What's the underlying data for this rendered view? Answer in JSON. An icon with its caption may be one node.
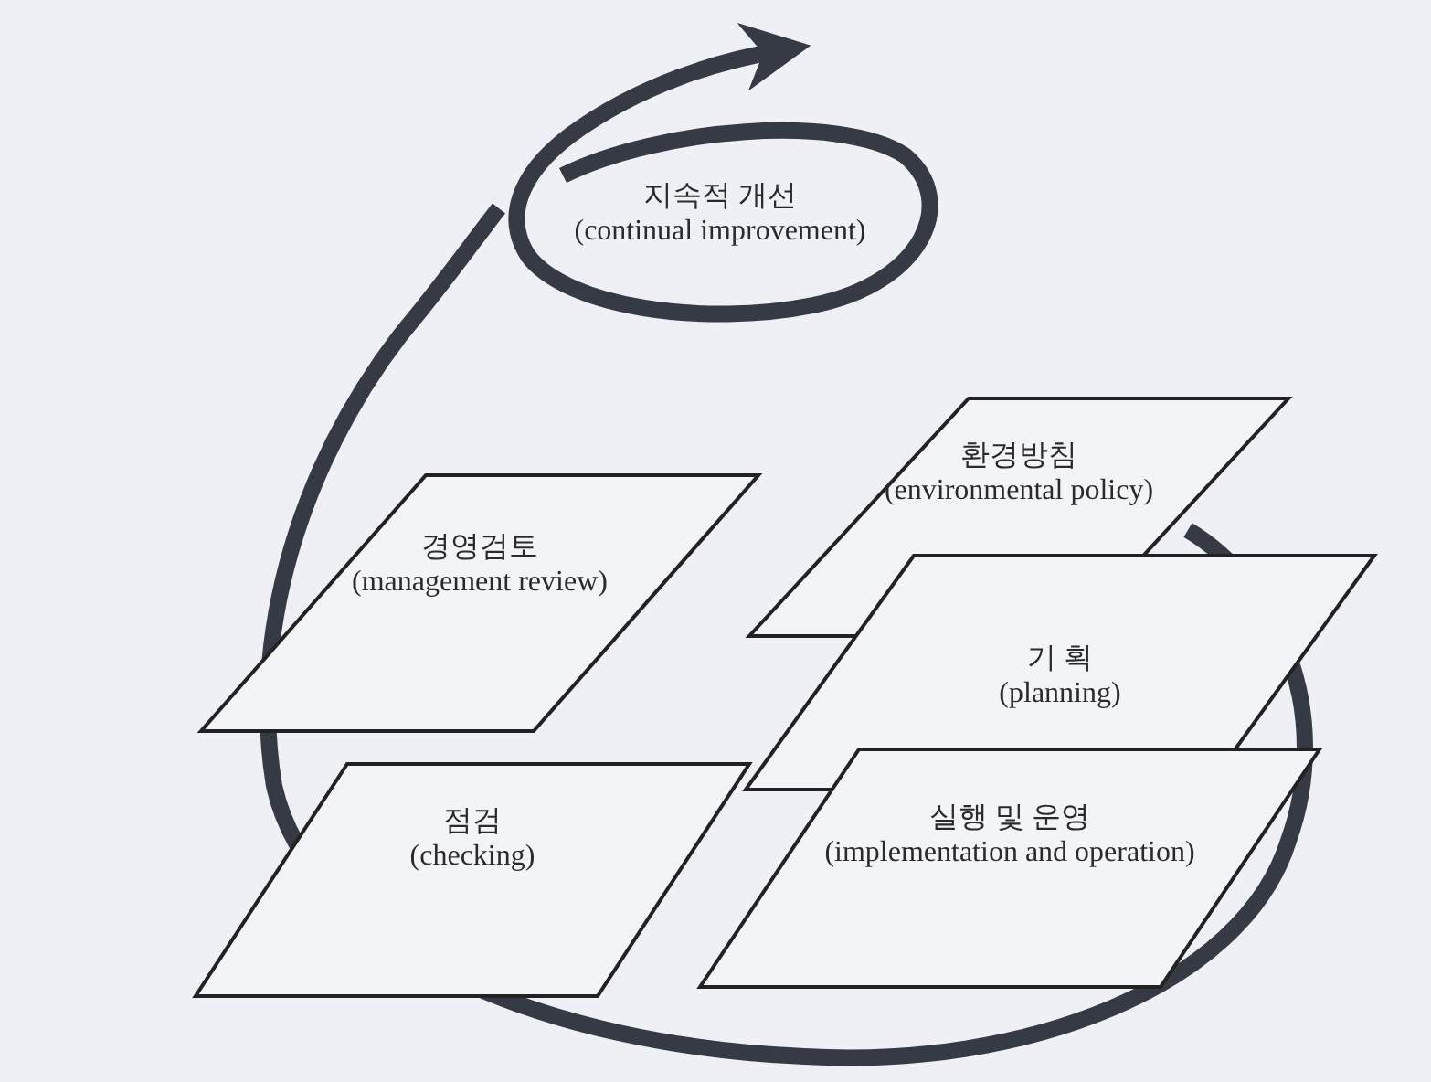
{
  "diagram": {
    "nodes": [
      {
        "text": [
          "지속적 개선",
          "(continual improvement)"
        ]
      },
      {
        "text": [
          "환경방침",
          "(environmental policy)"
        ]
      },
      {
        "text": [
          "경영검토",
          "(management review)"
        ]
      },
      {
        "text": [
          "기 획",
          "(planning)"
        ]
      },
      {
        "text": [
          "점검",
          "(checking)"
        ]
      },
      {
        "text": [
          "실행 및 운영",
          "(implementation and operation)"
        ]
      }
    ]
  }
}
